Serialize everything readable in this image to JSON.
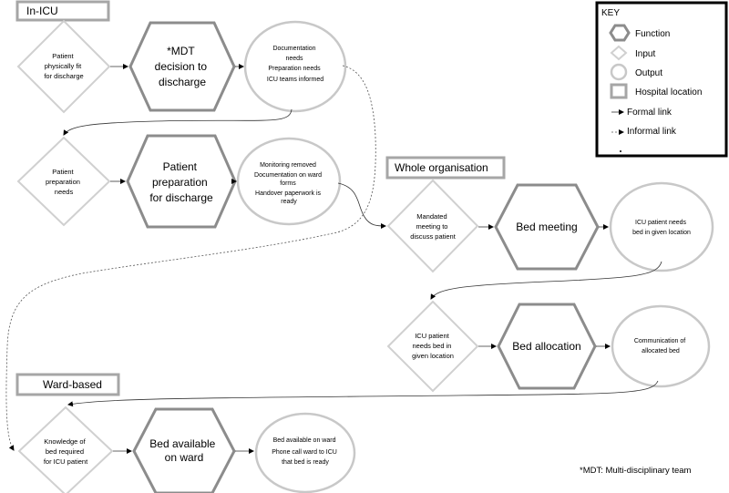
{
  "locations": {
    "in_icu": "In-ICU",
    "whole_org": "Whole organisation",
    "ward_based": "Ward-based"
  },
  "row1": {
    "input": [
      "Patient",
      "physically fit",
      "for discharge"
    ],
    "function": [
      "*MDT",
      "decision to",
      "discharge"
    ],
    "output": [
      "Documentation",
      "needs",
      "Preparation needs",
      "ICU teams informed"
    ]
  },
  "row2": {
    "input": [
      "Patient",
      "preparation",
      "needs"
    ],
    "function": [
      "Patient",
      "preparation",
      "for discharge"
    ],
    "output": [
      "Monitoring removed",
      "Documentation on ward",
      "forms",
      "Handover paperwork is",
      "ready"
    ]
  },
  "row3": {
    "input": [
      "Mandated",
      "meeting to",
      "discuss patient"
    ],
    "function": [
      "Bed meeting"
    ],
    "output": [
      "ICU patient needs",
      "bed in given location"
    ]
  },
  "row4": {
    "input": [
      "ICU patient",
      "needs bed in",
      "given location"
    ],
    "function": [
      "Bed allocation"
    ],
    "output": [
      "Communication of",
      "allocated bed"
    ]
  },
  "row5": {
    "input": [
      "Knowledge of",
      "bed required",
      "for ICU patient"
    ],
    "function": [
      "Bed available",
      "on ward"
    ],
    "output": [
      "Bed available on ward",
      "Phone call ward to ICU",
      "that bed is ready"
    ]
  },
  "key": {
    "title": "KEY",
    "function": "Function",
    "input": "Input",
    "output": "Output",
    "location": "Hospital location",
    "formal": "Formal link",
    "informal": "Informal link"
  },
  "footnote": "*MDT: Multi-disciplinary team"
}
